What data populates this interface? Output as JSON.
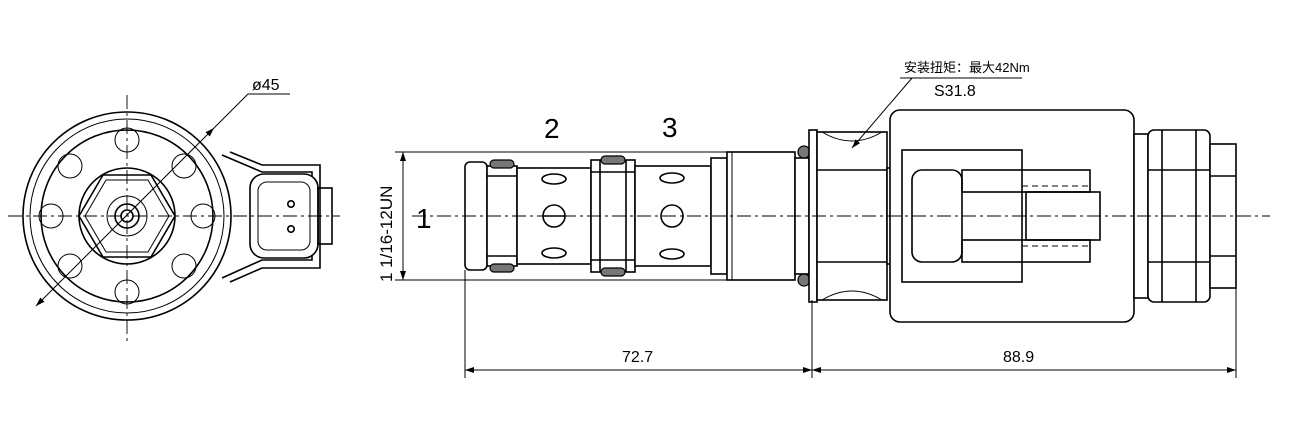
{
  "labels": {
    "diameter": "ø45",
    "port1": "1",
    "port2": "2",
    "port3": "3",
    "thread": "1 1/16-12UN",
    "torque": "安装扭矩：最大42Nm",
    "hex": "S31.8",
    "length_cartridge": "72.7",
    "length_coil": "88.9"
  }
}
